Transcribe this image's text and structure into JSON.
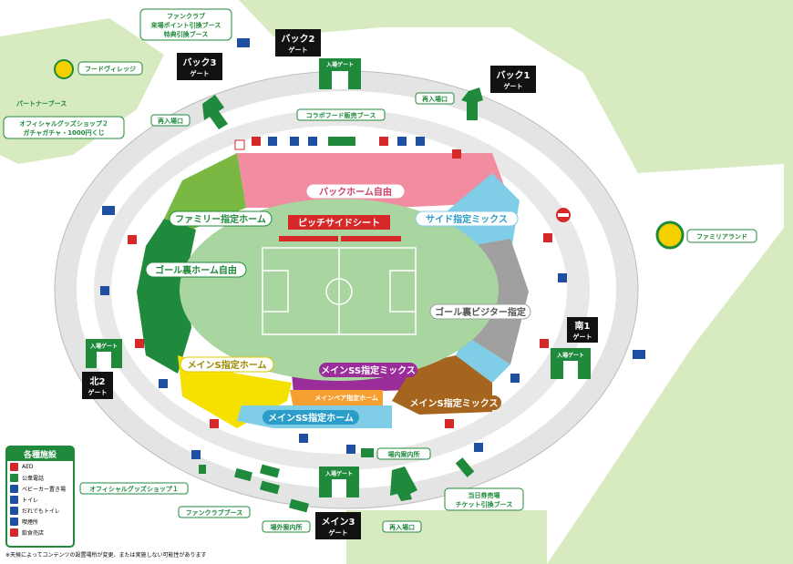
{
  "labels": {
    "fanclub_booth": [
      "ファンクラブ",
      "来場ポイント引換ブース",
      "特典引換ブース"
    ],
    "food_village": "フードヴィレッジ",
    "partner_booth": "パートナーブース",
    "official_goods_2": [
      "オフィシャルグッズショップ２",
      "ガチャガチャ・1000円くじ"
    ],
    "reentry": "再入場口",
    "collab_food": "コラボフード販売ブース",
    "family_land": "ファミリアランド",
    "official_goods_1": "オフィシャルグッズショップ１",
    "fanclub_booth_2": "ファンクラブブース",
    "outside_info": "場外案内所",
    "inside_info": "場内案内所",
    "sameday_ticket": [
      "当日券売場",
      "チケット引換ブース"
    ],
    "entry": "入場ゲート"
  },
  "gates": {
    "back2": [
      "バック2",
      "ゲート"
    ],
    "back3": [
      "バック3",
      "ゲート"
    ],
    "back1": [
      "バック1",
      "ゲート"
    ],
    "south1": [
      "南1",
      "ゲート"
    ],
    "north2": [
      "北2",
      "ゲート"
    ],
    "main3": [
      "メイン3",
      "ゲート"
    ]
  },
  "seats": {
    "back_home_free": "バックホーム自由",
    "pitch_side": "ピッチサイドシート",
    "family_reserved_home": "ファミリー指定ホーム",
    "side_reserved_mix": "サイド指定ミックス",
    "goal_back_home_free": "ゴール裏ホーム自由",
    "goal_back_visitor": "ゴール裏ビジター指定",
    "main_s_home": "メインS指定ホーム",
    "main_ss_mix": "メインSS指定ミックス",
    "main_pair_home": "メインペア指定ホーム",
    "main_s_mix": "メインS指定ミックス",
    "main_ss_home": "メインSS指定ホーム"
  },
  "legend": {
    "title": "各種施設",
    "items": [
      {
        "icon": "aed-icon",
        "label": "AED",
        "color": "#d62828"
      },
      {
        "icon": "phone-icon",
        "label": "公衆電話",
        "color": "#1f8a3b"
      },
      {
        "icon": "baby-icon",
        "label": "ベビーカー置き場",
        "color": "#1e4fa0"
      },
      {
        "icon": "toilet-icon",
        "label": "トイレ",
        "color": "#1e4fa0"
      },
      {
        "icon": "accessible-toilet-icon",
        "label": "だれでもトイレ",
        "color": "#1e4fa0"
      },
      {
        "icon": "smoking-icon",
        "label": "喫煙所",
        "color": "#1e4fa0"
      },
      {
        "icon": "food-icon",
        "label": "飲食売店",
        "color": "#d62828"
      }
    ]
  },
  "footnote": "※天候によってコンテンツの設置場所が変更、または実施しない可能性があります",
  "colors": {
    "green": "#1f8a3b",
    "pitch": "#a8d5a0",
    "pink": "#f28ca0",
    "yellow": "#f5e000",
    "lightblue": "#7fcde6",
    "brown": "#a5651e",
    "purple": "#9b2d9b",
    "gray": "#a0a0a0",
    "lawn": "#d8eac0"
  }
}
